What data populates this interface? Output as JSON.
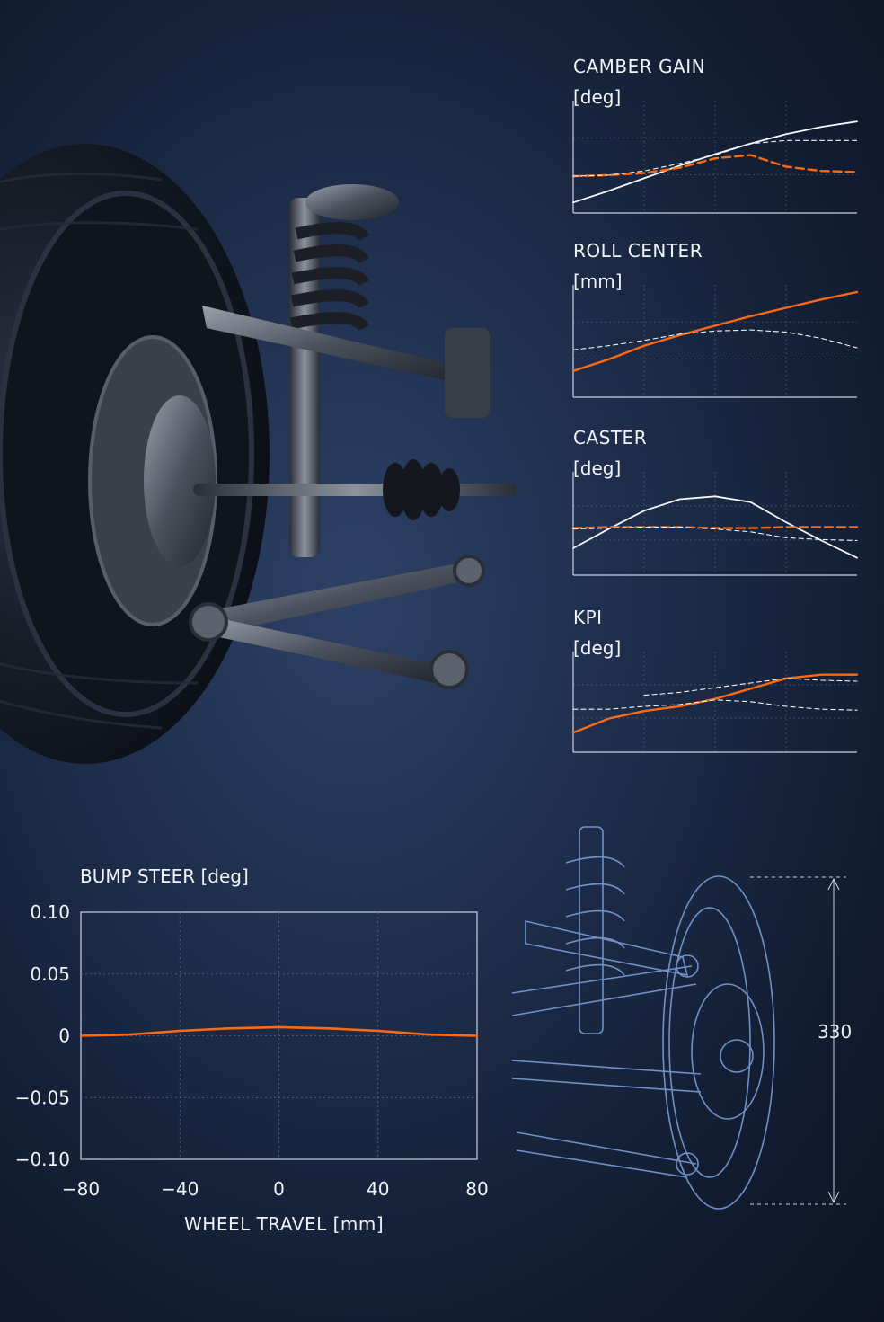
{
  "palette": {
    "orange": "#ff6a10",
    "white": "#f4f6fa",
    "grid": "#5b6b88",
    "blueprint": "#7fa4dd"
  },
  "illustration": {
    "hero": "suspension-assembly-render",
    "blueprint": "suspension-blueprint-drawing",
    "dimension_label": "330"
  },
  "chart_data": [
    {
      "id": "camber",
      "type": "line",
      "title": "CAMBER GAIN",
      "unit": "[deg]",
      "x": [
        0,
        1,
        2,
        3,
        4,
        5,
        6,
        7,
        8
      ],
      "ylim": [
        0,
        10
      ],
      "grid": true,
      "series": [
        {
          "color": "#f4f6fa",
          "dash": "solid",
          "values": [
            1.0,
            2.1,
            3.3,
            4.5,
            5.6,
            6.6,
            7.5,
            8.2,
            8.7
          ]
        },
        {
          "color": "#ff6a10",
          "dash": "long-dash",
          "values": [
            3.5,
            3.6,
            3.8,
            4.3,
            5.2,
            5.5,
            4.4,
            4.0,
            3.9
          ]
        },
        {
          "color": "#f4f6fa",
          "dash": "dashed",
          "values": [
            3.5,
            3.6,
            4.0,
            4.7,
            5.5,
            6.6,
            6.9,
            6.9,
            6.9
          ]
        }
      ]
    },
    {
      "id": "roll",
      "type": "line",
      "title": "ROLL CENTER",
      "unit": "[mm]",
      "x": [
        0,
        1,
        2,
        3,
        4,
        5,
        6,
        7,
        8
      ],
      "ylim": [
        0,
        10
      ],
      "grid": true,
      "series": [
        {
          "color": "#ff6a10",
          "dash": "solid",
          "values": [
            2.5,
            3.6,
            4.9,
            5.9,
            6.8,
            7.7,
            8.5,
            9.3,
            10.0
          ]
        },
        {
          "color": "#f4f6fa",
          "dash": "dashed",
          "values": [
            4.5,
            4.9,
            5.4,
            6.0,
            6.3,
            6.4,
            6.2,
            5.6,
            4.7
          ]
        }
      ]
    },
    {
      "id": "caster",
      "type": "line",
      "title": "CASTER",
      "unit": "[deg]",
      "x": [
        0,
        1,
        2,
        3,
        4,
        5,
        6,
        7,
        8
      ],
      "ylim": [
        0,
        10
      ],
      "grid": true,
      "series": [
        {
          "color": "#f4f6fa",
          "dash": "solid",
          "values": [
            2.8,
            4.8,
            6.7,
            7.9,
            8.2,
            7.6,
            5.5,
            3.6,
            1.8
          ]
        },
        {
          "color": "#ff6a10",
          "dash": "long-dash",
          "values": [
            4.9,
            5.0,
            5.0,
            5.0,
            4.9,
            4.9,
            5.0,
            5.0,
            5.0
          ]
        },
        {
          "color": "#f4f6fa",
          "dash": "dashed",
          "values": [
            4.8,
            4.9,
            5.0,
            5.0,
            4.8,
            4.5,
            3.9,
            3.7,
            3.6
          ]
        }
      ]
    },
    {
      "id": "kpi",
      "type": "line",
      "title": "KPI",
      "unit": "[deg]",
      "x": [
        0,
        1,
        2,
        3,
        4,
        5,
        6,
        7,
        8
      ],
      "ylim": [
        0,
        10
      ],
      "grid": true,
      "series": [
        {
          "color": "#ff6a10",
          "dash": "solid",
          "values": [
            2.1,
            3.6,
            4.4,
            4.9,
            5.7,
            6.8,
            7.9,
            8.3,
            8.3
          ]
        },
        {
          "color": "#f4f6fa",
          "dash": "dashed",
          "values": [
            null,
            null,
            6.1,
            6.4,
            6.9,
            7.4,
            7.9,
            7.7,
            7.6
          ]
        },
        {
          "color": "#f4f6fa",
          "dash": "dashed",
          "values": [
            4.6,
            4.6,
            4.9,
            5.1,
            5.6,
            5.4,
            4.9,
            4.6,
            4.5
          ]
        }
      ]
    },
    {
      "id": "bump",
      "type": "line",
      "title": "BUMP STEER [deg]",
      "xlabel": "WHEEL TRAVEL [mm]",
      "ylabel": "",
      "xlim": [
        -80,
        80
      ],
      "ylim": [
        -0.1,
        0.1
      ],
      "xticks": [
        -80,
        -40,
        0,
        40,
        80
      ],
      "xtick_labels": [
        "−80",
        "−40",
        "0",
        "40",
        "80"
      ],
      "yticks": [
        0.1,
        0.05,
        0,
        -0.05,
        -0.1
      ],
      "ytick_labels": [
        "0.10",
        "0.05",
        "0",
        "−0.05",
        "−0.10"
      ],
      "grid": true,
      "series": [
        {
          "color": "#ff6a10",
          "x": [
            -80,
            -60,
            -40,
            -20,
            0,
            20,
            40,
            60,
            80
          ],
          "values": [
            0.0,
            0.001,
            0.004,
            0.006,
            0.007,
            0.006,
            0.004,
            0.001,
            0.0
          ]
        }
      ]
    }
  ]
}
